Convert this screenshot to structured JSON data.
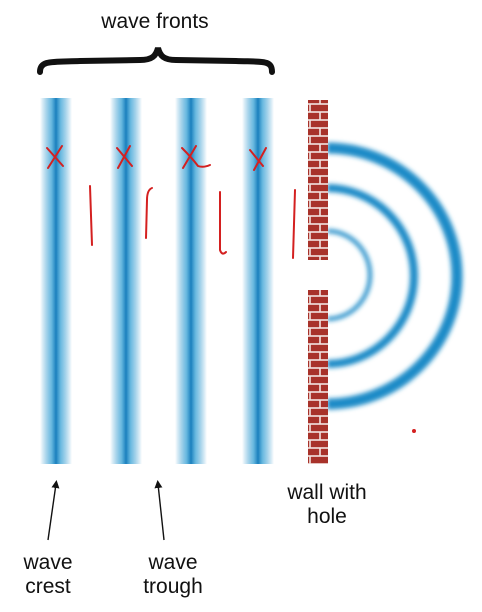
{
  "labels": {
    "wave_fronts": "wave fronts",
    "wall_line1": "wall with",
    "wall_line2": "hole",
    "crest_line1": "wave",
    "crest_line2": "crest",
    "trough_line1": "wave",
    "trough_line2": "trough"
  },
  "colors": {
    "wave_blue": "#1f8bc7",
    "brick": "#a8322a",
    "mortar": "#f2e4e0",
    "annotation_red": "#d42020",
    "ink": "#111111"
  },
  "annotations": {
    "crest_marks": [
      "X",
      "X",
      "X",
      "X"
    ],
    "trough_marks": [
      "|",
      "|",
      "|",
      "|"
    ]
  }
}
